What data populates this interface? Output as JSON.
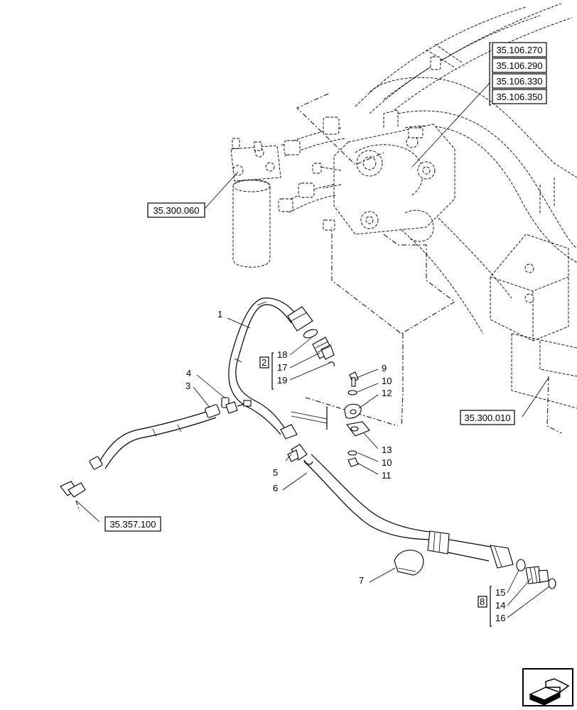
{
  "references": {
    "r_35106270": "35.106.270",
    "r_35106290": "35.106.290",
    "r_35106330": "35.106.330",
    "r_35106350": "35.106.350",
    "r_35300060": "35.300.060",
    "r_35300010": "35.300.010",
    "r_35357100": "35.357.100"
  },
  "callouts": {
    "c1": "1",
    "c2": "2",
    "c3": "3",
    "c4": "4",
    "c5": "5",
    "c6": "6",
    "c7": "7",
    "c8": "8",
    "c9": "9",
    "c10a": "10",
    "c10b": "10",
    "c11": "11",
    "c12": "12",
    "c13": "13",
    "c14": "14",
    "c15": "15",
    "c16": "16",
    "c17": "17",
    "c18": "18",
    "c19": "19"
  },
  "icons": {
    "nav": "next-page-arrow-icon"
  }
}
